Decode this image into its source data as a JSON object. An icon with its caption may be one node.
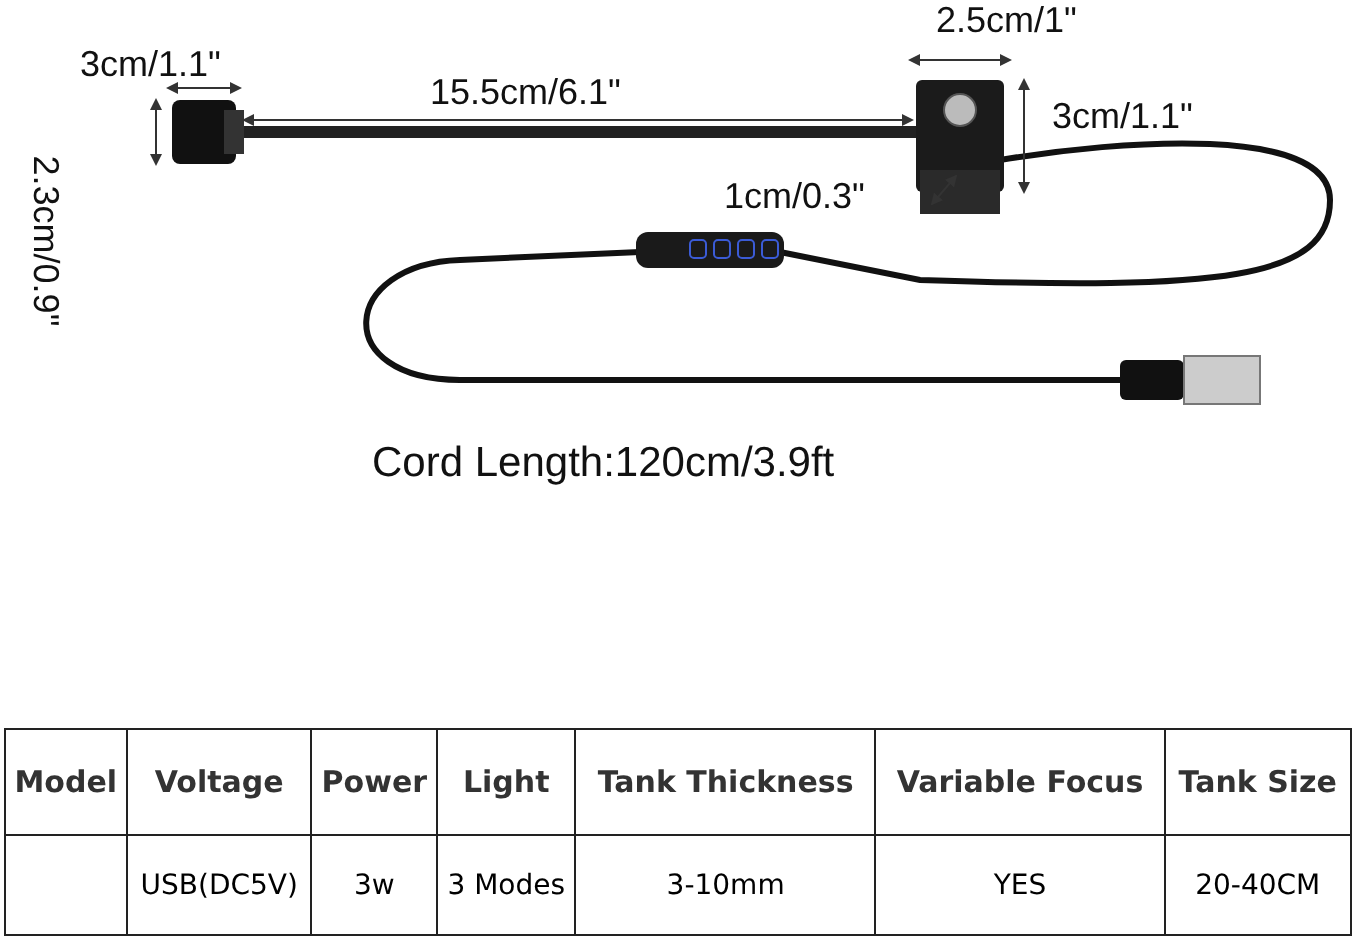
{
  "diagram": {
    "labels": [
      "2.5cm/1\"",
      "3cm/1.1\"",
      "15.5cm/6.1\"",
      "3cm/1.1\"",
      "2.3cm/0.9\"",
      "1cm/0.3\"",
      "Cord Length:120cm/3.9ft",
      "Model",
      "Voltage",
      "Power",
      "Light",
      "Tank Thickness",
      "Variable Focus",
      "Tank Size",
      "USB(DC5V)",
      "3w",
      "3 Modes",
      "3-10mm",
      "YES",
      "20-40CM"
    ]
  }
}
